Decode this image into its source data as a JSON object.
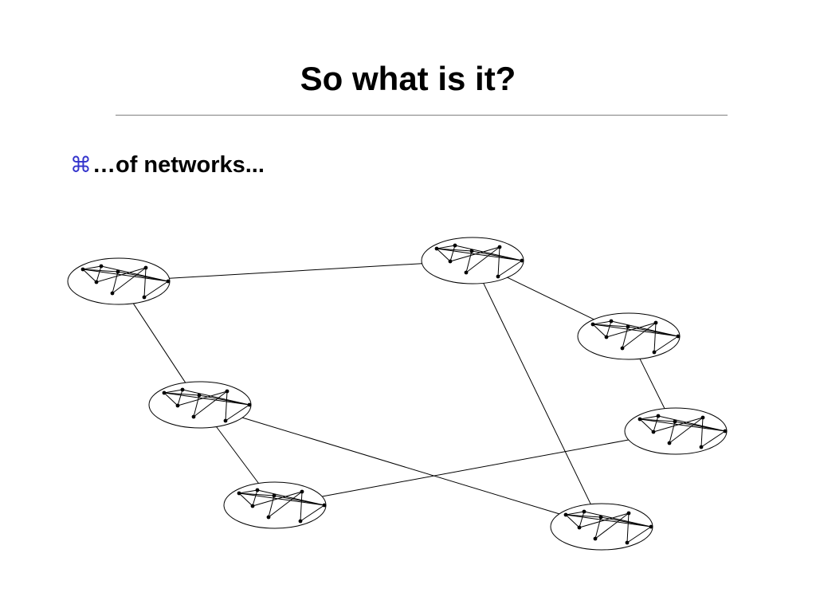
{
  "slide": {
    "title": "So what is it?",
    "bullet": {
      "icon_name": "command-key-icon",
      "icon_glyph": "⌘",
      "icon_color": "#3333cc",
      "text": "…of networks..."
    }
  },
  "diagram": {
    "description_kind": "network-of-networks",
    "subnetworks": [
      {
        "id": "net-a"
      },
      {
        "id": "net-b"
      },
      {
        "id": "net-c"
      },
      {
        "id": "net-d"
      },
      {
        "id": "net-e"
      },
      {
        "id": "net-f"
      },
      {
        "id": "net-g"
      }
    ],
    "links": [
      {
        "from": "net-a",
        "to": "net-b"
      },
      {
        "from": "net-a",
        "to": "net-e"
      },
      {
        "from": "net-b",
        "to": "net-c"
      },
      {
        "from": "net-b",
        "to": "net-g"
      },
      {
        "from": "net-c",
        "to": "net-d"
      },
      {
        "from": "net-d",
        "to": "net-f"
      },
      {
        "from": "net-e",
        "to": "net-f"
      },
      {
        "from": "net-e",
        "to": "net-g"
      }
    ]
  }
}
